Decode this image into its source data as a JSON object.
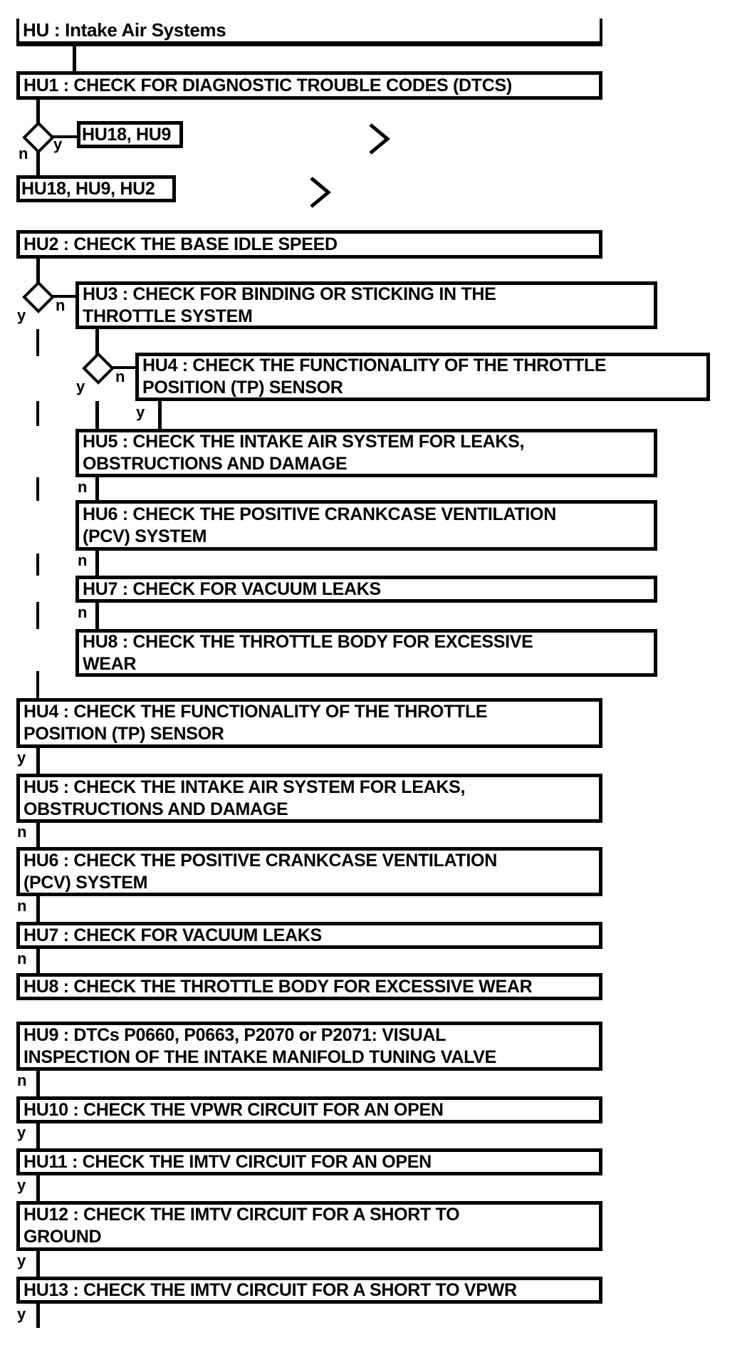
{
  "colors": {
    "ink": "#000000",
    "paper": "#ffffff"
  },
  "labels": {
    "yes": "y",
    "no": "n"
  },
  "nodes": {
    "hu": {
      "lines": [
        "HU : Intake Air Systems"
      ]
    },
    "hu1": {
      "lines": [
        "HU1 : CHECK FOR DIAGNOSTIC TROUBLE CODES (DTCS)"
      ]
    },
    "hu18_hu9": {
      "lines": [
        "HU18, HU9"
      ]
    },
    "hu18_hu9_hu2": {
      "lines": [
        "HU18, HU9, HU2"
      ]
    },
    "hu2": {
      "lines": [
        "HU2 : CHECK THE BASE IDLE SPEED"
      ]
    },
    "hu3": {
      "lines": [
        "HU3 : CHECK FOR BINDING OR STICKING IN THE",
        "THROTTLE SYSTEM"
      ]
    },
    "hu4_upper": {
      "lines": [
        "HU4 : CHECK THE FUNCTIONALITY OF THE THROTTLE",
        "POSITION (TP) SENSOR"
      ]
    },
    "hu5_upper": {
      "lines": [
        "HU5 : CHECK THE INTAKE AIR SYSTEM FOR LEAKS,",
        "OBSTRUCTIONS AND DAMAGE"
      ]
    },
    "hu6_upper": {
      "lines": [
        "HU6 : CHECK THE POSITIVE CRANKCASE VENTILATION",
        "(PCV) SYSTEM"
      ]
    },
    "hu7_upper": {
      "lines": [
        "HU7 : CHECK FOR VACUUM LEAKS"
      ]
    },
    "hu8_upper": {
      "lines": [
        "HU8 : CHECK THE THROTTLE BODY FOR EXCESSIVE",
        "WEAR"
      ]
    },
    "hu4": {
      "lines": [
        "HU4 : CHECK THE FUNCTIONALITY OF THE THROTTLE",
        "POSITION (TP) SENSOR"
      ]
    },
    "hu5": {
      "lines": [
        "HU5 : CHECK THE INTAKE AIR SYSTEM FOR LEAKS,",
        "OBSTRUCTIONS AND DAMAGE"
      ]
    },
    "hu6": {
      "lines": [
        "HU6 : CHECK THE POSITIVE CRANKCASE VENTILATION",
        "(PCV) SYSTEM"
      ]
    },
    "hu7": {
      "lines": [
        "HU7 : CHECK FOR VACUUM LEAKS"
      ]
    },
    "hu8": {
      "lines": [
        "HU8 : CHECK THE THROTTLE BODY FOR EXCESSIVE WEAR"
      ]
    },
    "hu9": {
      "lines": [
        "HU9 : DTCs P0660, P0663, P2070 or P2071: VISUAL",
        "INSPECTION OF THE INTAKE MANIFOLD TUNING VALVE"
      ]
    },
    "hu10": {
      "lines": [
        "HU10 : CHECK THE VPWR CIRCUIT FOR AN OPEN"
      ]
    },
    "hu11": {
      "lines": [
        "HU11 : CHECK THE IMTV CIRCUIT FOR AN OPEN"
      ]
    },
    "hu12": {
      "lines": [
        "HU12 : CHECK THE IMTV CIRCUIT FOR A SHORT TO",
        "GROUND"
      ]
    },
    "hu13": {
      "lines": [
        "HU13 : CHECK THE IMTV CIRCUIT FOR A SHORT TO VPWR"
      ]
    }
  }
}
